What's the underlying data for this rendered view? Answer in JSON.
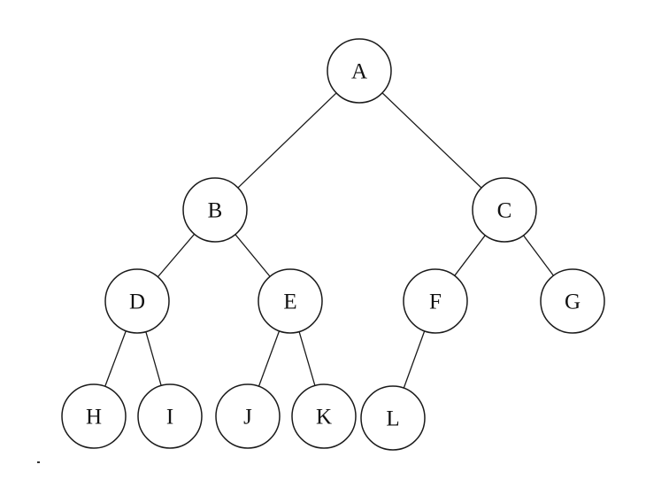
{
  "tree": {
    "nodes": [
      {
        "id": "A",
        "label": "A"
      },
      {
        "id": "B",
        "label": "B"
      },
      {
        "id": "C",
        "label": "C"
      },
      {
        "id": "D",
        "label": "D"
      },
      {
        "id": "E",
        "label": "E"
      },
      {
        "id": "F",
        "label": "F"
      },
      {
        "id": "G",
        "label": "G"
      },
      {
        "id": "H",
        "label": "H"
      },
      {
        "id": "I",
        "label": "I"
      },
      {
        "id": "J",
        "label": "J"
      },
      {
        "id": "K",
        "label": "K"
      },
      {
        "id": "L",
        "label": "L"
      }
    ],
    "edges": [
      {
        "from": "A",
        "to": "B"
      },
      {
        "from": "A",
        "to": "C"
      },
      {
        "from": "B",
        "to": "D"
      },
      {
        "from": "B",
        "to": "E"
      },
      {
        "from": "C",
        "to": "F"
      },
      {
        "from": "C",
        "to": "G"
      },
      {
        "from": "D",
        "to": "H"
      },
      {
        "from": "D",
        "to": "I"
      },
      {
        "from": "E",
        "to": "J"
      },
      {
        "from": "E",
        "to": "K"
      },
      {
        "from": "F",
        "to": "L"
      }
    ]
  }
}
